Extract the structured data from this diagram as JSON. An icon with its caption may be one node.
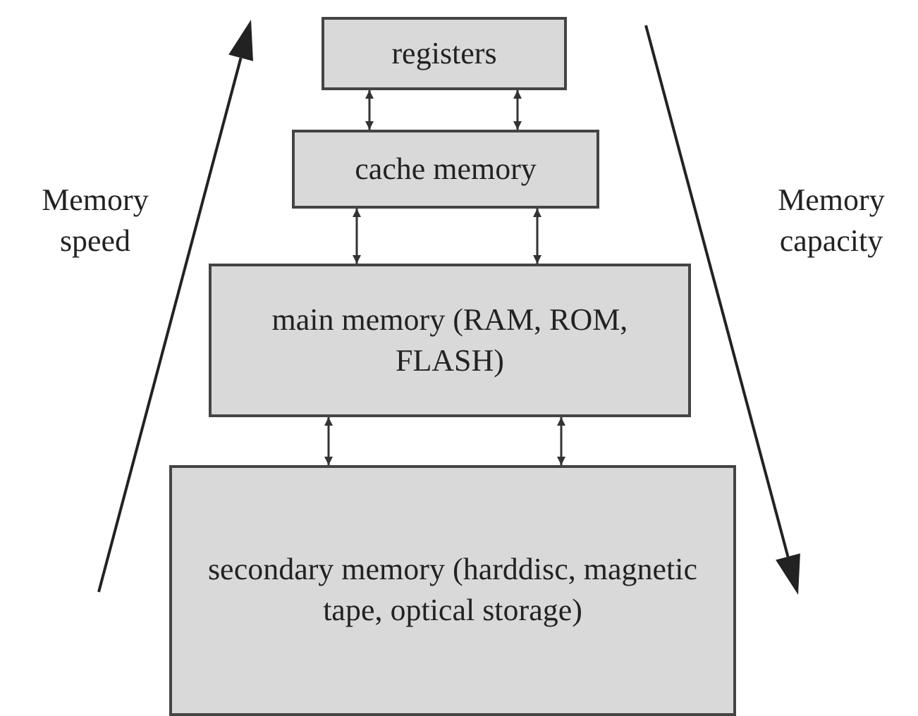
{
  "diagram": {
    "nodes": [
      {
        "text": [
          "registers"
        ]
      },
      {
        "text": [
          "cache memory"
        ]
      },
      {
        "text": [
          "main memory (RAM, ROM, FLASH)"
        ]
      },
      {
        "text": [
          "secondary memory (harddisc, magnetic tape, optical storage)"
        ]
      }
    ],
    "edges": [
      {
        "from": 0,
        "to": 1,
        "arrow": "both"
      },
      {
        "from": 0,
        "to": 1,
        "arrow": "both"
      },
      {
        "from": 1,
        "to": 2,
        "arrow": "both"
      },
      {
        "from": 1,
        "to": 2,
        "arrow": "both"
      },
      {
        "from": 2,
        "to": 3,
        "arrow": "both"
      },
      {
        "from": 2,
        "to": 3,
        "arrow": "both"
      }
    ],
    "labels": [
      "Memory speed",
      "Memory capacity"
    ]
  }
}
